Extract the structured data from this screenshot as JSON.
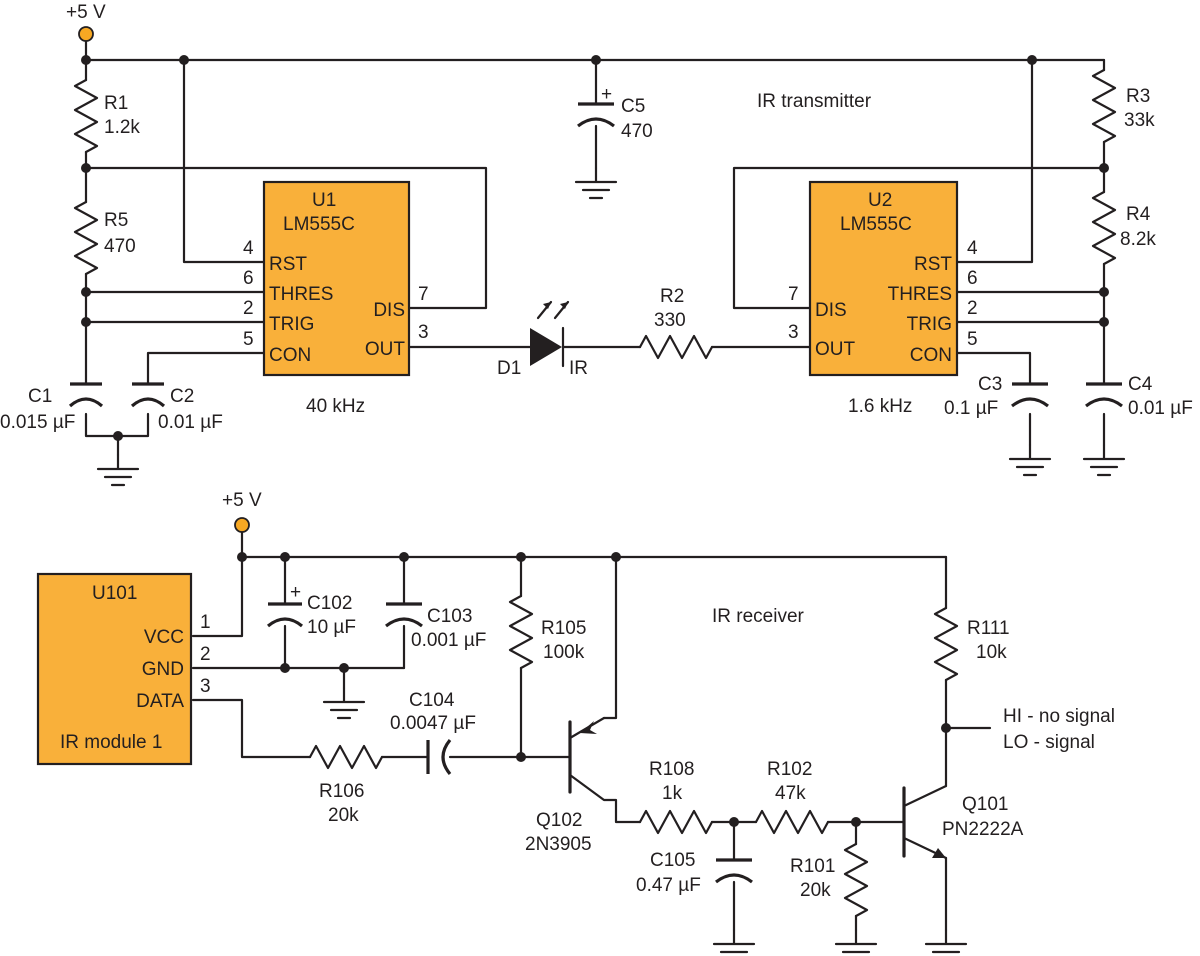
{
  "transmitter": {
    "title": "IR transmitter",
    "supply": "+5 V",
    "u1": {
      "name": "U1",
      "part": "LM555C",
      "freq": "40 kHz",
      "pins": {
        "rst": "RST",
        "thres": "THRES",
        "trig": "TRIG",
        "con": "CON",
        "dis": "DIS",
        "out": "OUT"
      },
      "pin_numbers": {
        "rst": "4",
        "thres": "6",
        "trig": "2",
        "con": "5",
        "dis": "7",
        "out": "3"
      }
    },
    "u2": {
      "name": "U2",
      "part": "LM555C",
      "freq": "1.6 kHz",
      "pins": {
        "rst": "RST",
        "thres": "THRES",
        "trig": "TRIG",
        "con": "CON",
        "dis": "DIS",
        "out": "OUT"
      },
      "pin_numbers": {
        "rst": "4",
        "thres": "6",
        "trig": "2",
        "con": "5",
        "dis": "7",
        "out": "3"
      }
    },
    "r1": {
      "name": "R1",
      "value": "1.2k"
    },
    "r5": {
      "name": "R5",
      "value": "470"
    },
    "r3": {
      "name": "R3",
      "value": "33k"
    },
    "r4": {
      "name": "R4",
      "value": "8.2k"
    },
    "r2": {
      "name": "R2",
      "value": "330"
    },
    "c1": {
      "name": "C1",
      "value": "0.015 µF"
    },
    "c2": {
      "name": "C2",
      "value": "0.01 µF"
    },
    "c3": {
      "name": "C3",
      "value": "0.1 µF"
    },
    "c4": {
      "name": "C4",
      "value": "0.01 µF"
    },
    "c5": {
      "name": "C5",
      "value": "470",
      "polarity": "+"
    },
    "d1": {
      "name": "D1",
      "type": "IR"
    }
  },
  "receiver": {
    "title": "IR receiver",
    "supply": "+5 V",
    "u101": {
      "name": "U101",
      "label": "IR module 1",
      "pins": {
        "vcc": "VCC",
        "gnd": "GND",
        "data": "DATA"
      },
      "pin_numbers": {
        "vcc": "1",
        "gnd": "2",
        "data": "3"
      }
    },
    "c102": {
      "name": "C102",
      "value": "10 µF",
      "polarity": "+"
    },
    "c103": {
      "name": "C103",
      "value": "0.001 µF"
    },
    "c104": {
      "name": "C104",
      "value": "0.0047 µF"
    },
    "c105": {
      "name": "C105",
      "value": "0.47 µF"
    },
    "r105": {
      "name": "R105",
      "value": "100k"
    },
    "r106": {
      "name": "R106",
      "value": "20k"
    },
    "r108": {
      "name": "R108",
      "value": "1k"
    },
    "r102": {
      "name": "R102",
      "value": "47k"
    },
    "r101": {
      "name": "R101",
      "value": "20k"
    },
    "r111": {
      "name": "R111",
      "value": "10k"
    },
    "q102": {
      "name": "Q102",
      "part": "2N3905"
    },
    "q101": {
      "name": "Q101",
      "part": "PN2222A"
    },
    "output": {
      "hi": "HI - no signal",
      "lo": "LO - signal"
    }
  },
  "colors": {
    "ic_fill": "#f9b03a",
    "supply_dot": "#f7a823",
    "ink": "#231f20"
  }
}
